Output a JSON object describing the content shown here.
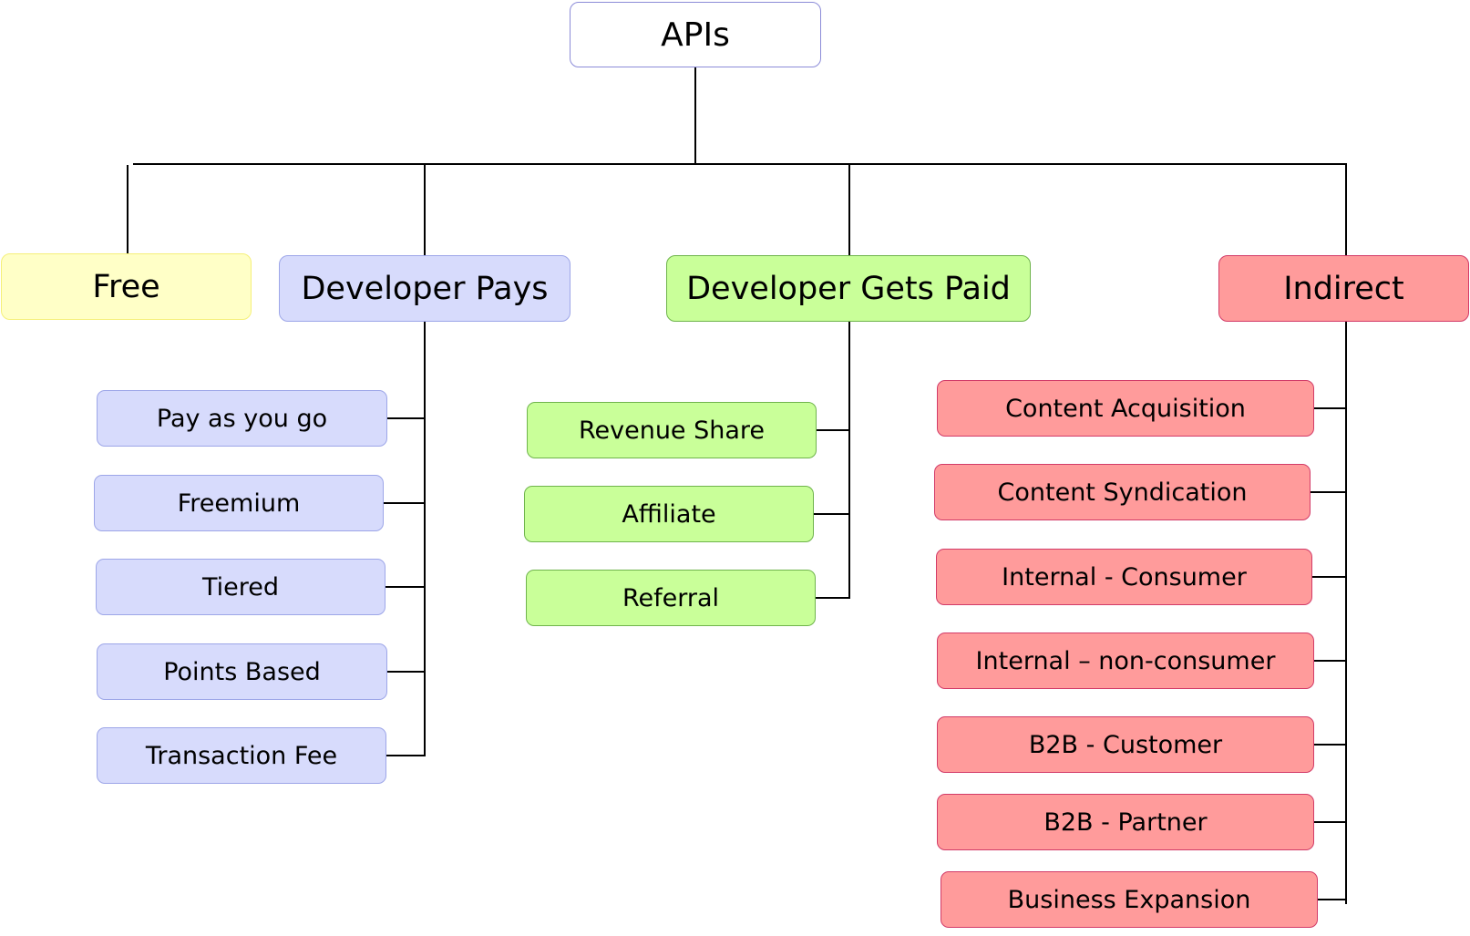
{
  "colors": {
    "root_fill": "#ffffff",
    "root_border": "#8c8cd8",
    "free_fill": "#ffffc7",
    "free_border": "#f5f07a",
    "developer_pays_fill": "#d7dbfc",
    "developer_pays_border": "#9da6e8",
    "developer_gets_paid_fill": "#c9ff99",
    "developer_gets_paid_border": "#6fb44c",
    "indirect_fill": "#ff9b9b",
    "indirect_border": "#d23b68",
    "connector": "#000000"
  },
  "root": {
    "label": "APIs"
  },
  "categories": {
    "free": {
      "label": "Free",
      "items": []
    },
    "developer_pays": {
      "label": "Developer Pays",
      "items": [
        "Pay as you go",
        "Freemium",
        "Tiered",
        "Points Based",
        "Transaction Fee"
      ]
    },
    "developer_gets_paid": {
      "label": "Developer Gets Paid",
      "items": [
        "Revenue Share",
        "Affiliate",
        "Referral"
      ]
    },
    "indirect": {
      "label": "Indirect",
      "items": [
        "Content Acquisition",
        "Content Syndication",
        "Internal - Consumer",
        "Internal – non-consumer",
        "B2B - Customer",
        "B2B - Partner",
        "Business Expansion"
      ]
    }
  }
}
